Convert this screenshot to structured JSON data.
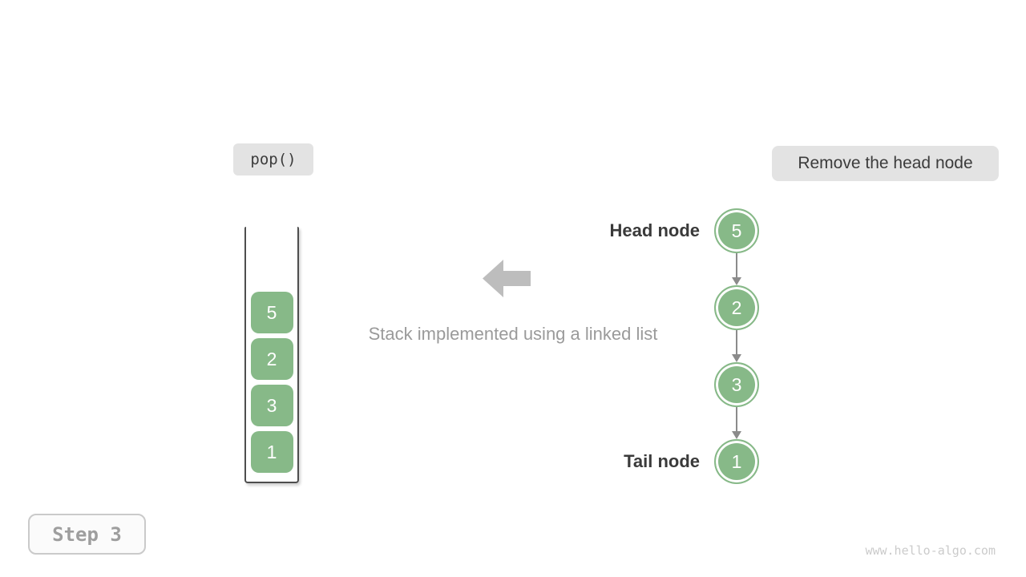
{
  "operation": {
    "label": "pop()"
  },
  "annotation": {
    "label": "Remove the head node"
  },
  "caption": "Stack implemented using a linked list",
  "stack": {
    "items": [
      "5",
      "2",
      "3",
      "1"
    ]
  },
  "linked_list": {
    "head_label": "Head node",
    "tail_label": "Tail node",
    "nodes": [
      {
        "value": "5"
      },
      {
        "value": "2"
      },
      {
        "value": "3"
      },
      {
        "value": "1"
      }
    ]
  },
  "step": {
    "label": "Step 3"
  },
  "watermark": "www.hello-algo.com",
  "colors": {
    "node_green": "#87b988",
    "label_box_gray": "#e3e3e3",
    "dark_text": "#3c3c3c",
    "muted_text": "#9a9a9a",
    "block_arrow_gray": "#bdbdbd",
    "connector_gray": "#8b8b8b",
    "frame_border": "#4e4e4e"
  }
}
